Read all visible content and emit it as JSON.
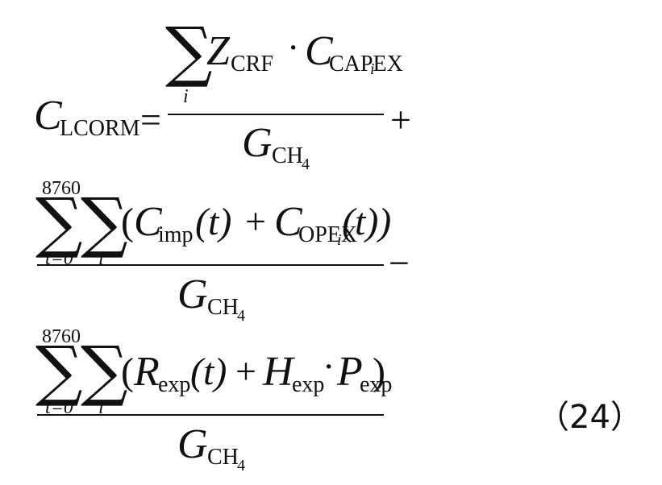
{
  "equation": {
    "number": "（24）",
    "lhs": {
      "sym": "C",
      "sub": "LCORM"
    },
    "equals": "=",
    "sigma": "∑",
    "index_i": "i",
    "sum_lower": "t=0",
    "sum_upper": "8760",
    "term1": {
      "z": "Z",
      "z_sub": "CRF",
      "dot": "·",
      "c": "C",
      "c_sub": "CAPEX",
      "c_sub_sub": "i",
      "den": "G",
      "den_sub": "CH",
      "den_sub_sub": "4",
      "after": "+"
    },
    "term2": {
      "open": "(",
      "c1": "C",
      "c1_sub": "imp",
      "arg1": "(t)",
      "plus": "+",
      "c2": "C",
      "c2_sub": "OPEX",
      "c2_sub_sub": "i",
      "arg2": "(t))",
      "den": "G",
      "den_sub": "CH",
      "den_sub_sub": "4",
      "after": "−"
    },
    "term3": {
      "open": "(",
      "r": "R",
      "r_sub": "exp",
      "arg": "(t)",
      "plus": "+",
      "h": "H",
      "h_sub": "exp",
      "dot": "·",
      "p": "P",
      "p_sub": "exp",
      "close": ")",
      "den": "G",
      "den_sub": "CH",
      "den_sub_sub": "4"
    }
  }
}
